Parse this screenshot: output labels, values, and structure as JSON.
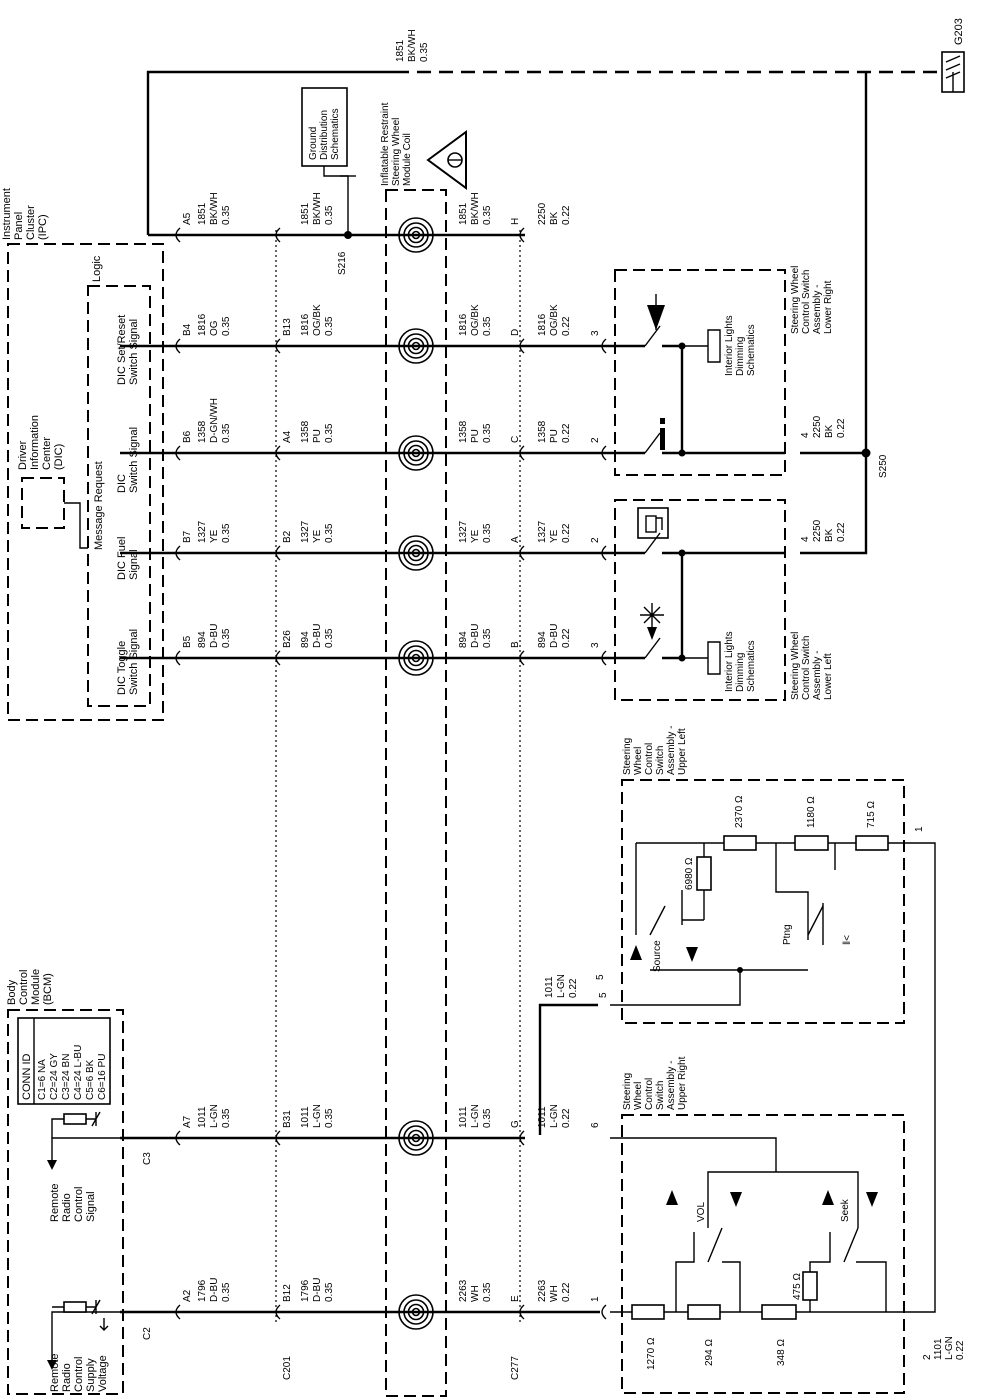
{
  "modules": {
    "ipc": [
      "Instrument",
      "Panel",
      "Cluster",
      "(IPC)"
    ],
    "dic": [
      "Driver",
      "Information",
      "Center",
      "(DIC)"
    ],
    "logic": "Logic",
    "message_request": "Message Request",
    "bcm": [
      "Body",
      "Control",
      "Module",
      "(BCM)"
    ],
    "ground_distribution": [
      "Ground",
      "Distribution",
      "Schematics"
    ],
    "coil": [
      "Inflatable Restraint",
      "Steering Wheel",
      "Module Coil"
    ],
    "ground_id": "G203",
    "splice_s216": "S216",
    "splice_s250": "S250"
  },
  "ipc_signals": [
    [
      "DIC Toggle",
      "Switch Signal"
    ],
    [
      "DIC Fuel",
      "Signal"
    ],
    [
      "DIC",
      "Switch Signal"
    ],
    [
      "DIC Set/Reset",
      "Switch Signal"
    ]
  ],
  "bcm_signals": [
    [
      "Remote",
      "Radio",
      "Control",
      "Supply",
      "Voltage"
    ],
    [
      "Remote",
      "Radio",
      "Control",
      "Signal"
    ]
  ],
  "conn_table": {
    "header": "CONN ID",
    "rows": [
      "C1=6 NA",
      "C2=24 GY",
      "C3=24 BN",
      "C4=24 L-BU",
      "C5=6 BK",
      "C6=16 PU"
    ]
  },
  "connectors": {
    "c201": "C201",
    "c277": "C277",
    "c2": "C2",
    "c3": "C3"
  },
  "ground_wire": [
    "1851",
    "BK/WH",
    "0.35"
  ],
  "wires": [
    {
      "pin_ipc": "A5",
      "ipc": [
        "1851",
        "BK/WH",
        "0.35"
      ],
      "pin_c201": "",
      "c201": [
        "1851",
        "BK/WH",
        "0.35"
      ],
      "coil": [
        "1851",
        "BK/WH",
        "0.35"
      ],
      "pin_c277": "H",
      "sw": [
        "2250",
        "BK",
        "0.22"
      ],
      "pin_sw": ""
    },
    {
      "pin_ipc": "B4",
      "ipc": [
        "1816",
        "OG",
        "0.35"
      ],
      "pin_c201": "B13",
      "c201": [
        "1816",
        "OG/BK",
        "0.35"
      ],
      "coil": [
        "1816",
        "OG/BK",
        "0.35"
      ],
      "pin_c277": "D",
      "sw": [
        "1816",
        "OG/BK",
        "0.22"
      ],
      "pin_sw": "3"
    },
    {
      "pin_ipc": "B6",
      "ipc": [
        "1358",
        "D-GN/WH",
        "0.35"
      ],
      "pin_c201": "A4",
      "c201": [
        "1358",
        "PU",
        "0.35"
      ],
      "coil": [
        "1358",
        "PU",
        "0.35"
      ],
      "pin_c277": "C",
      "sw": [
        "1358",
        "PU",
        "0.22"
      ],
      "pin_sw": "2"
    },
    {
      "pin_ipc": "B7",
      "ipc": [
        "1327",
        "YE",
        "0.35"
      ],
      "pin_c201": "B2",
      "c201": [
        "1327",
        "YE",
        "0.35"
      ],
      "coil": [
        "1327",
        "YE",
        "0.35"
      ],
      "pin_c277": "A",
      "sw": [
        "1327",
        "YE",
        "0.22"
      ],
      "pin_sw": "2"
    },
    {
      "pin_ipc": "B5",
      "ipc": [
        "894",
        "D-BU",
        "0.35"
      ],
      "pin_c201": "B26",
      "c201": [
        "894",
        "D-BU",
        "0.35"
      ],
      "coil": [
        "894",
        "D-BU",
        "0.35"
      ],
      "pin_c277": "B",
      "sw": [
        "894",
        "D-BU",
        "0.22"
      ],
      "pin_sw": "3"
    },
    {
      "pin_ipc": "A7",
      "ipc": [
        "1011",
        "L-GN",
        "0.35"
      ],
      "pin_c201": "B31",
      "c201": [
        "1011",
        "L-GN",
        "0.35"
      ],
      "coil": [
        "1011",
        "L-GN",
        "0.35"
      ],
      "pin_c277": "G",
      "sw": [
        "1011",
        "L-GN",
        "0.22"
      ],
      "pin_sw": "6"
    },
    {
      "pin_ipc": "A2",
      "ipc": [
        "1796",
        "D-BU",
        "0.35"
      ],
      "pin_c201": "B12",
      "c201": [
        "1796",
        "D-BU",
        "0.35"
      ],
      "coil": [
        "2263",
        "WH",
        "0.35"
      ],
      "pin_c277": "E",
      "sw": [
        "2263",
        "WH",
        "0.22"
      ],
      "pin_sw": "1"
    }
  ],
  "lower_right": {
    "name": [
      "Steering Wheel",
      "Control Switch",
      "Assembly -",
      "Lower Right"
    ],
    "dimming": [
      "Interior Lights",
      "Dimming",
      "Schematics"
    ],
    "gnd_pin": "4",
    "gnd_wire": [
      "2250",
      "BK",
      "0.22"
    ]
  },
  "lower_left": {
    "name": [
      "Steering Wheel",
      "Control Switch",
      "Assembly -",
      "Lower Left"
    ],
    "dimming": [
      "Interior Lights",
      "Dimming",
      "Schematics"
    ],
    "gnd_pin": "4",
    "gnd_wire": [
      "2250",
      "BK",
      "0.22"
    ]
  },
  "upper_left": {
    "name": [
      "Steering",
      "Wheel",
      "Control",
      "Switch",
      "Assembly -",
      "Upper Left"
    ],
    "resistors": [
      "2370 Ω",
      "1180 Ω",
      "715 Ω",
      "6980 Ω"
    ],
    "switches": [
      "Source",
      "Ptng"
    ],
    "pin_out": "1",
    "pin_in": "5",
    "in_wire": [
      "1011",
      "L-GN",
      "0.22"
    ]
  },
  "upper_right": {
    "name": [
      "Steering",
      "Wheel",
      "Control",
      "Switch",
      "Assembly -",
      "Upper Right"
    ],
    "resistors": [
      "1270 Ω",
      "294 Ω",
      "348 Ω",
      "475 Ω"
    ],
    "switches": [
      "VOL",
      "Seek"
    ],
    "pin_out": "2",
    "out_wire": [
      "1101",
      "L-GN",
      "0.22"
    ]
  }
}
